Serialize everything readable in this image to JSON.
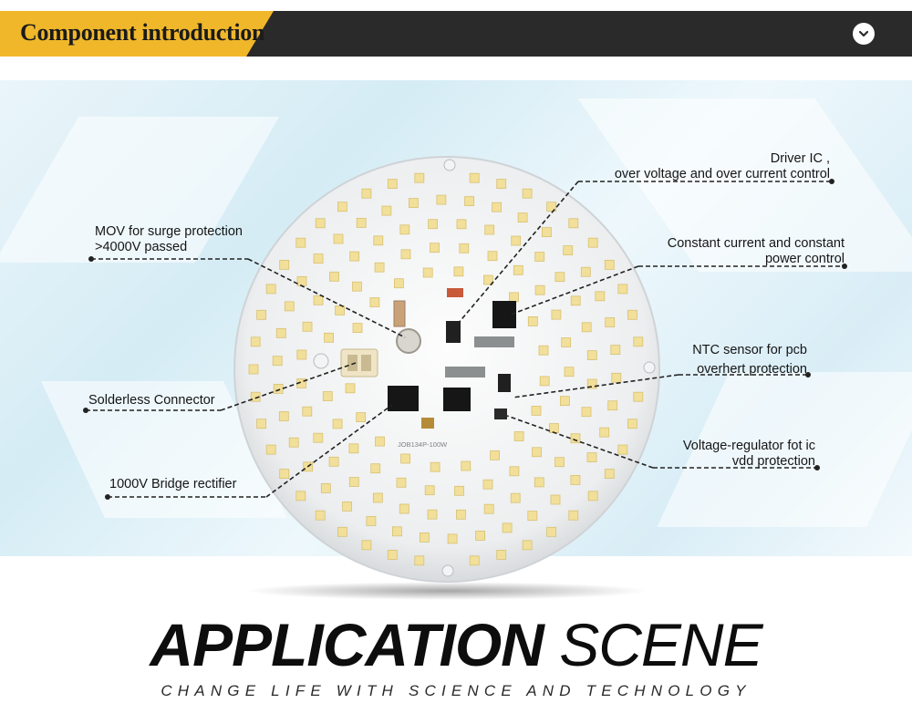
{
  "header": {
    "title": "Component introduction",
    "accent_color": "#f0b72a",
    "bar_color": "#2a2a2a",
    "button_icon": "chevron-down-circle-icon"
  },
  "board": {
    "marking": "JOB134P-100W"
  },
  "callouts": [
    {
      "id": "driver-ic",
      "line1": "Driver IC ,",
      "line2": "over voltage and over current control"
    },
    {
      "id": "constant-current",
      "line1": "Constant current and constant",
      "line2": "power control"
    },
    {
      "id": "ntc-sensor",
      "line1": "NTC sensor for pcb",
      "line2": "overhert protection"
    },
    {
      "id": "voltage-regulator",
      "line1": "Voltage-regulator fot ic",
      "line2": "vdd protection"
    },
    {
      "id": "mov",
      "line1": "MOV for surge protection",
      "line2": ">4000V passed"
    },
    {
      "id": "solderless-connector",
      "line1": "Solderless Connector"
    },
    {
      "id": "bridge-rectifier",
      "line1": "1000V Bridge rectifier"
    }
  ],
  "application": {
    "title_strong": "APPLICATION",
    "title_thin": "SCENE",
    "subtitle": "CHANGE LIFE WITH SCIENCE AND TECHNOLOGY"
  }
}
